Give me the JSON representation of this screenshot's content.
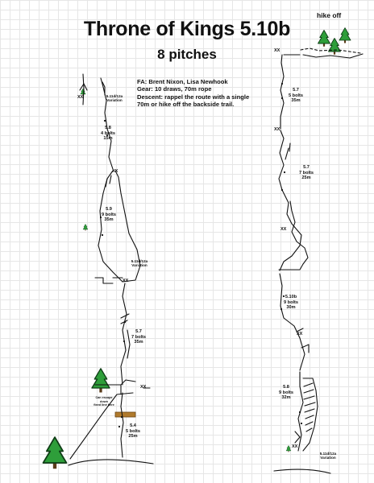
{
  "title": "Throne of Kings 5.10b",
  "subtitle": "8 pitches",
  "info": {
    "fa": "FA: Brent Nixon, Lisa Newhook",
    "gear": "Gear: 10 draws, 70m rope",
    "descent_1": "Descent: rappel the route with a single",
    "descent_2": "70m or hike off the backside trail."
  },
  "hike_off": "hike off",
  "anchor_mark": "XX",
  "left_column": [
    {
      "grade": "5.4",
      "bolts": "5 bolts",
      "length": "25m"
    },
    {
      "grade": "5.7",
      "bolts": "7 bolts",
      "length": "35m"
    },
    {
      "grade": "5.9",
      "bolts": "9 bolts",
      "length": "35m"
    },
    {
      "grade": "5.8",
      "bolts": "4 bolts",
      "length": "15m"
    }
  ],
  "right_column": [
    {
      "grade": "5.8",
      "bolts": "9 bolts",
      "length": "32m"
    },
    {
      "grade": "5.10b",
      "bolts": "9 bolts",
      "length": "30m"
    },
    {
      "grade": "5.7",
      "bolts": "7 bolts",
      "length": "25m"
    },
    {
      "grade": "5.7",
      "bolts": "5 bolts",
      "length": "35m"
    }
  ],
  "variations": {
    "left_top": {
      "grade": "5.11d/12a",
      "word": "Variation"
    },
    "left_mid": {
      "grade": "5.11d/12a",
      "word": "Variation"
    },
    "right_bottom": {
      "grade": "5.11d/12a",
      "word": "Variation"
    }
  },
  "escape_note": {
    "line1": "Can escape down",
    "line2": "fixed line here"
  },
  "colors": {
    "rock_line": "#111111",
    "tree_green": "#2e9e3a",
    "ledge_brown": "#b07a2c"
  }
}
